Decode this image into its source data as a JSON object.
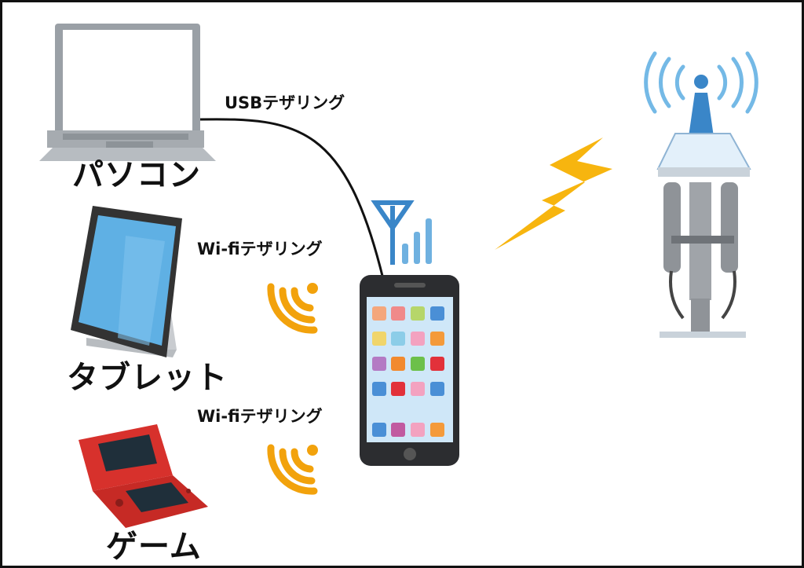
{
  "labels": {
    "pc": "パソコン",
    "tablet": "タブレット",
    "game": "ゲーム",
    "usb_tethering": "USBテザリング",
    "wifi_tethering_tablet": "Wi-fiテザリング",
    "wifi_tethering_game": "Wi-fiテザリング"
  },
  "icons": {
    "laptop": "laptop-icon",
    "tablet": "tablet-icon",
    "game": "handheld-game-console-icon",
    "smartphone": "smartphone-icon",
    "antenna": "antenna-signal-icon",
    "wifi_waves": "wifi-waves-icon",
    "lightning": "lightning-bolt-icon",
    "base_station": "cell-tower-icon"
  },
  "colors": {
    "wifi_orange": "#f2a20c",
    "lightning_yellow": "#f7b50f",
    "signal_blue": "#3a86c8",
    "tower_gray": "#8f9398",
    "tablet_screen": "#5fb0e4",
    "game_red": "#d7312c",
    "cable": "#111111"
  }
}
